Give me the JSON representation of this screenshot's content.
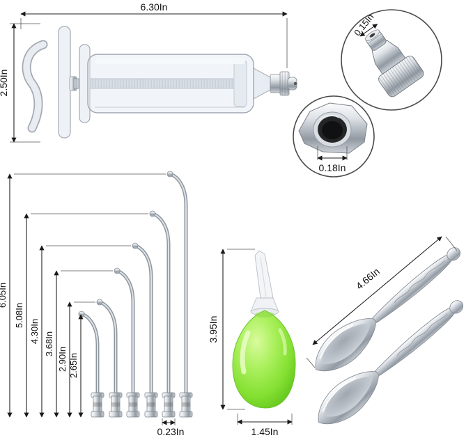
{
  "diagram": {
    "type": "product-dimension-diagram",
    "labels": {
      "syringe_width": "6.30In",
      "syringe_height": "2.50In",
      "tip_thread": "0.15In",
      "tip_opening": "0.18In",
      "needle_lengths": [
        "6.05In",
        "5.08In",
        "4.30In",
        "3.68In",
        "2.90In",
        "2.65In"
      ],
      "needle_hub_width": "0.23In",
      "bulb_height": "3.95In",
      "bulb_width": "1.45In",
      "spoon_length": "4.66In"
    },
    "colors": {
      "line": "#1a1a1a",
      "metal_light": "#e8ebef",
      "metal_dark": "#9199a2",
      "bulb_green": "#84e032",
      "background": "#ffffff"
    }
  }
}
